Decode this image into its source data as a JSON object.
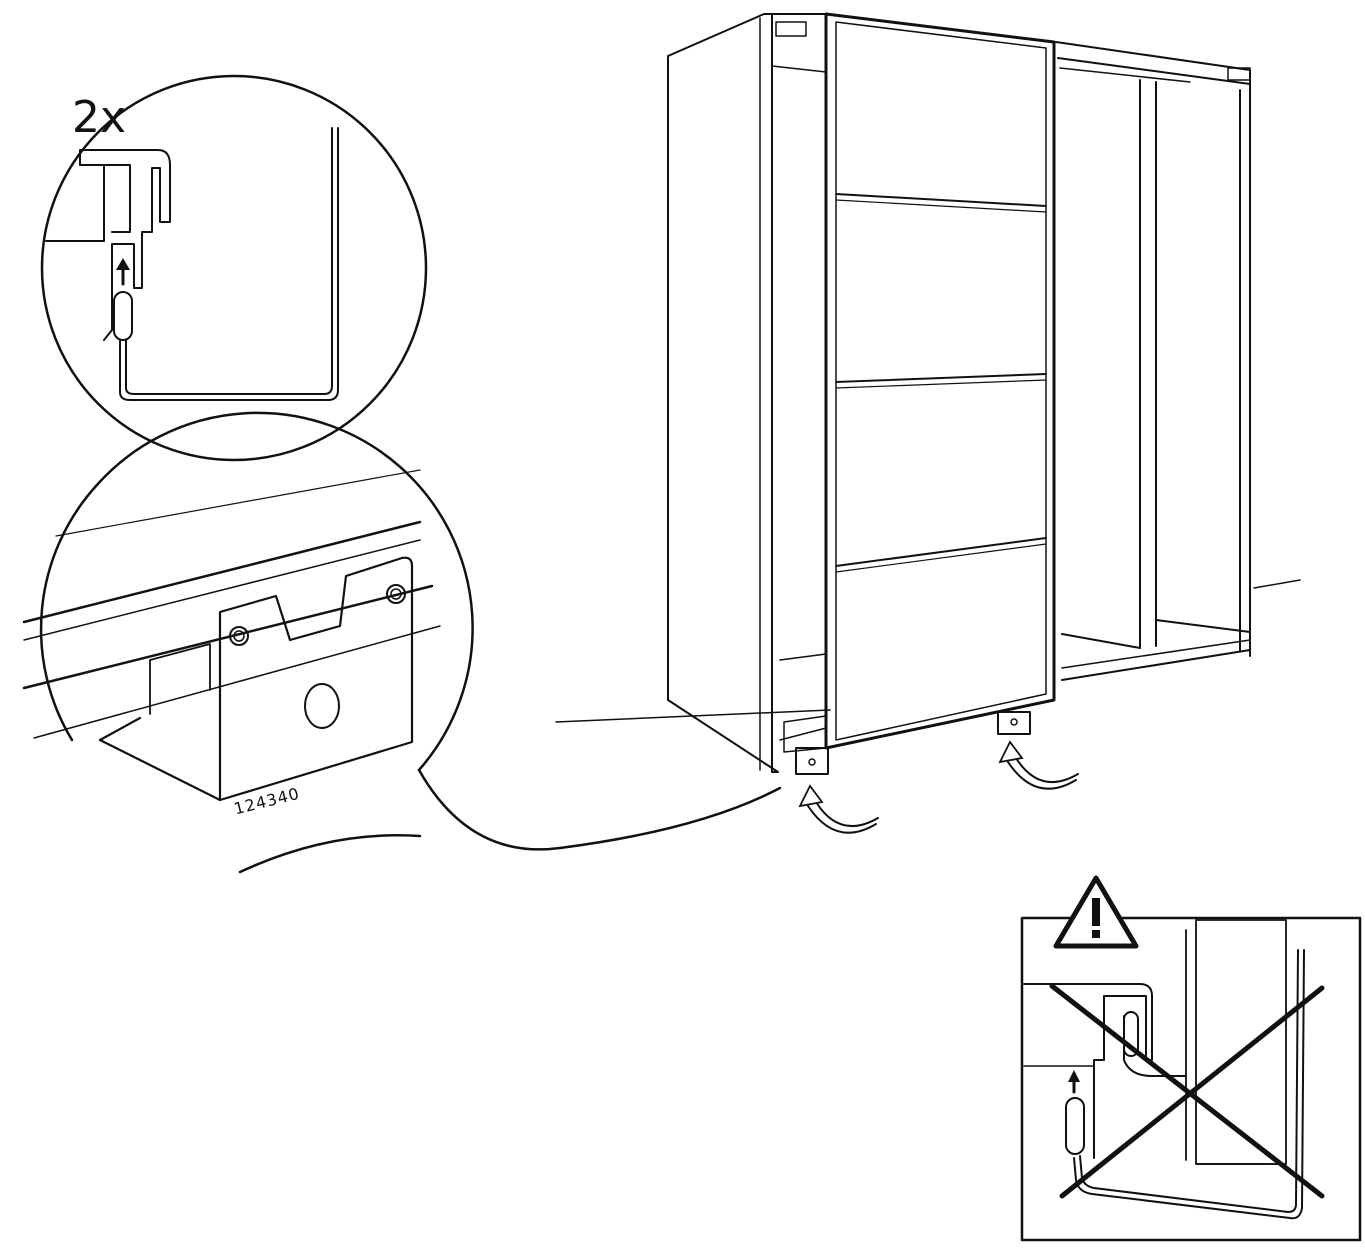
{
  "detail_top": {
    "quantity_label": "2x"
  },
  "detail_bottom": {
    "part_number": "124340"
  },
  "icons": [
    "quantity-detail",
    "bracket-detail",
    "wardrobe-illustration",
    "warning-icon",
    "wrong-way-cross-icon",
    "insert-arrow-icon"
  ],
  "colors": {
    "line": "#111111",
    "background": "#ffffff"
  }
}
